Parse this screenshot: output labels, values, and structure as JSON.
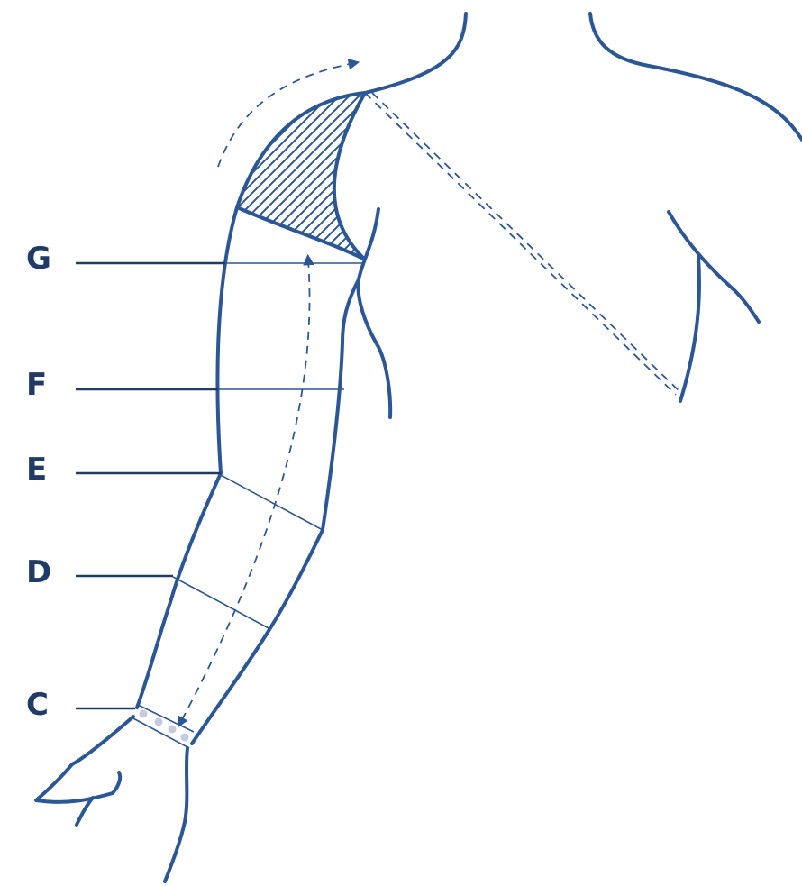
{
  "colors": {
    "outline": "#2c5797",
    "label": "#1f3b66",
    "wrist_dots": "#c7c9de"
  },
  "labels": {
    "g": "G",
    "f": "F",
    "e": "E",
    "d": "D",
    "c": "C"
  }
}
